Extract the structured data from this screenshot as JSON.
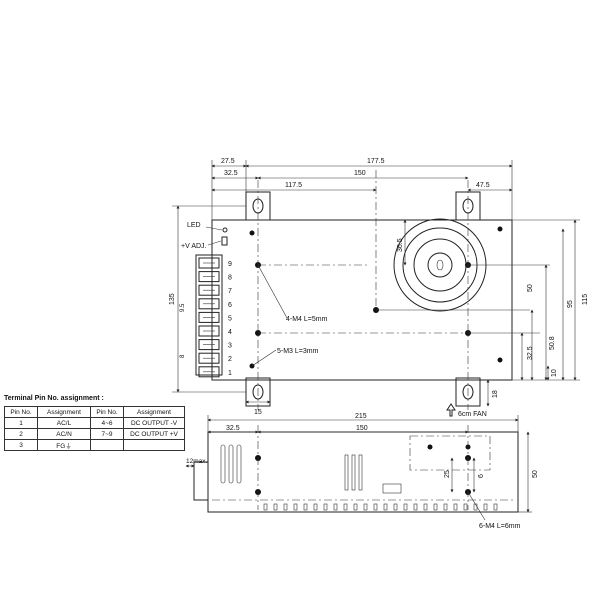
{
  "top_view": {
    "dims_top": [
      "27.5",
      "177.5",
      "32.5",
      "150",
      "117.5",
      "47.5"
    ],
    "dims_left": "135",
    "dims_right": [
      "115",
      "95",
      "50",
      "50.8",
      "32.5",
      "10",
      "36.5"
    ],
    "dims_bottom": [
      "15",
      "18"
    ],
    "led_label": "LED",
    "vadj_label": "+V ADJ.",
    "terminal_numbers": [
      "9",
      "8",
      "7",
      "6",
      "5",
      "4",
      "3",
      "2",
      "1"
    ],
    "terminal_pitch_label": "9.5",
    "terminal_width_label": "8",
    "screw_m4_label": "4-M4 L=5mm",
    "screw_m3_label": "5-M3 L=3mm",
    "fan_label": "6cm FAN"
  },
  "side_view": {
    "dims_top": [
      "215",
      "32.5",
      "150"
    ],
    "dim_height": "50",
    "dim_25": "25",
    "dim_6": "6",
    "max_label": "12max.",
    "screw_label": "6-M4 L=6mm"
  },
  "pin_table": {
    "title": "Terminal Pin No. assignment :",
    "headers": [
      "Pin No.",
      "Assignment",
      "Pin No.",
      "Assignment"
    ],
    "rows": [
      [
        "1",
        "AC/L",
        "4~6",
        "DC OUTPUT -V"
      ],
      [
        "2",
        "AC/N",
        "7~9",
        "DC OUTPUT +V"
      ],
      [
        "3",
        "FG⏚",
        "",
        ""
      ]
    ]
  }
}
